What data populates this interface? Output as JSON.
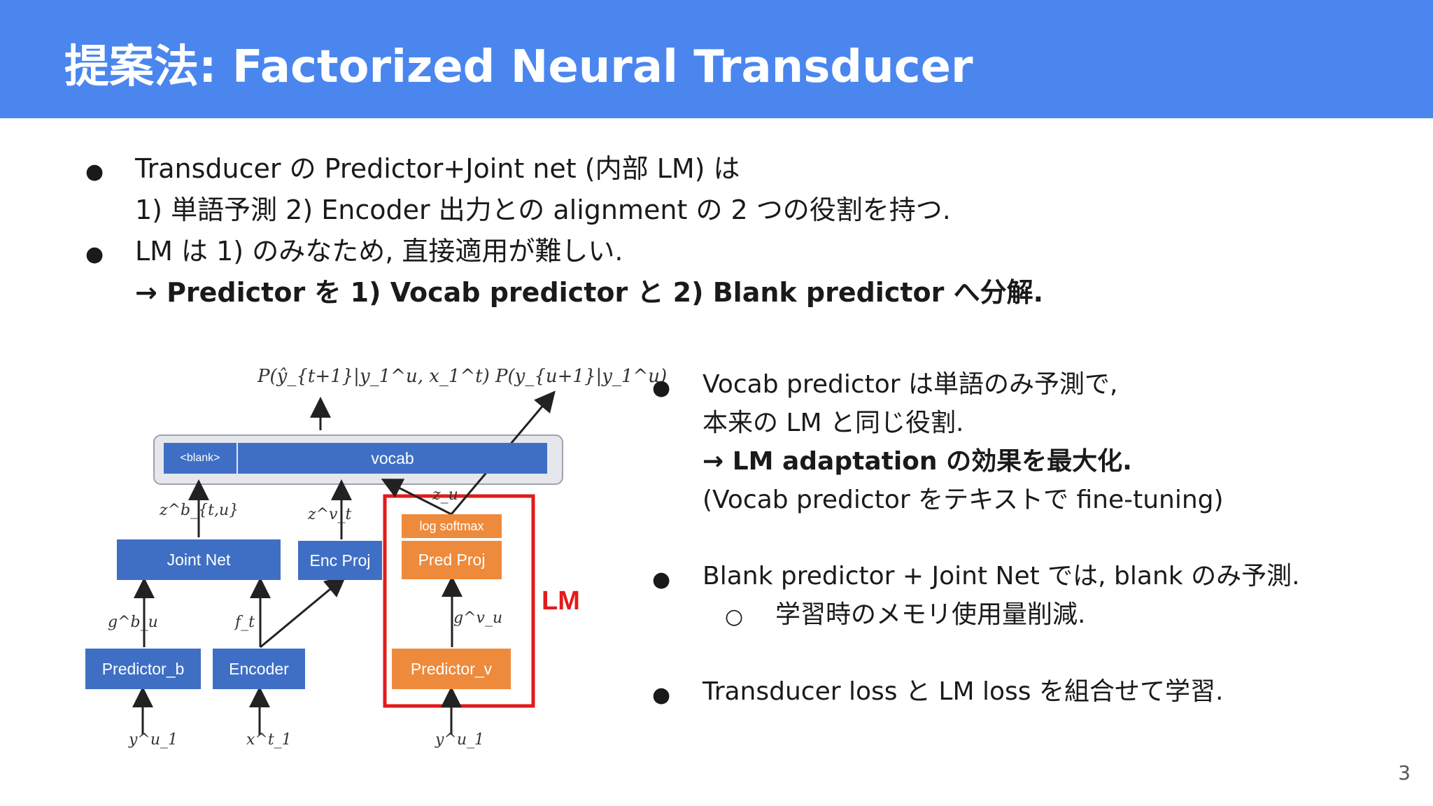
{
  "header": {
    "title": "提案法: Factorized Neural Transducer"
  },
  "intro": {
    "bullet1_line1": "Transducer の Predictor+Joint net (内部 LM) は",
    "bullet1_line2": "1) 単語予測 2) Encoder 出力との alignment の 2 つの役割を持つ.",
    "bullet2_line1": "LM は 1) のみなため, 直接適用が難しい.",
    "bullet2_line2": "→ Predictor を 1) Vocab predictor と 2) Blank predictor へ分解."
  },
  "right": {
    "b1_line1": "Vocab predictor は単語のみ予測で,",
    "b1_line2": "本来の LM と同じ役割.",
    "b1_line3": "→ LM adaptation の効果を最大化.",
    "b1_line4": "(Vocab predictor をテキストで fine-tuning)",
    "b2_line1": "Blank predictor + Joint Net では, blank のみ予測.",
    "b2_sub": "学習時のメモリ使用量削減.",
    "b3_line1": "Transducer loss と LM loss を組合せて学習."
  },
  "bullets": {
    "dot": "●",
    "subdot": "○"
  },
  "diagram": {
    "blank_label": "<blank>",
    "vocab_label": "vocab",
    "joint_net": "Joint Net",
    "enc_proj": "Enc Proj",
    "log_softmax": "log softmax",
    "pred_proj": "Pred Proj",
    "predictor_b": "Predictor_b",
    "encoder": "Encoder",
    "predictor_v": "Predictor_v",
    "lm_label": "LM",
    "out_left": "P(ŷ_{t+1}|y_1^u, x_1^t)",
    "out_right": "P(y_{u+1}|y_1^u)",
    "z_b": "z^b_{t,u}",
    "z_v": "z^v_t",
    "z_u": "z_u",
    "g_b": "g^b_u",
    "f_t": "f_t",
    "g_v": "g^v_u",
    "in_y_left": "y^u_1",
    "in_x": "x^t_1",
    "in_y_right": "y^u_1"
  },
  "colors": {
    "header": "#4a86ee",
    "box_blue": "#3f6fc5",
    "box_orange": "#ee8a3c",
    "lm_red": "#e31b1b"
  },
  "page": {
    "number": "3"
  }
}
